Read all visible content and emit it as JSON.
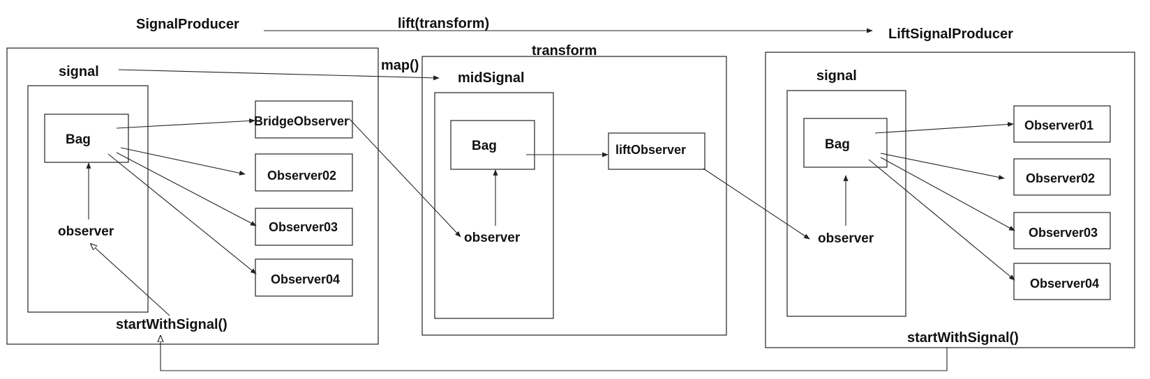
{
  "top": {
    "source": "SignalProducer",
    "operator": "lift(transform)",
    "result": "LiftSignalProducer"
  },
  "left": {
    "signal": "signal",
    "bag": "Bag",
    "observer": "observer",
    "start": "startWithSignal()",
    "observers": [
      "BridgeObserver",
      "Observer02",
      "Observer03",
      "Observer04"
    ]
  },
  "middle": {
    "title": "transform",
    "map": "map()",
    "signal": "midSignal",
    "bag": "Bag",
    "observer": "observer",
    "lift_observer": "liftObserver"
  },
  "right": {
    "signal": "signal",
    "bag": "Bag",
    "observer": "observer",
    "start": "startWithSignal()",
    "observers": [
      "Observer01",
      "Observer02",
      "Observer03",
      "Observer04"
    ]
  }
}
